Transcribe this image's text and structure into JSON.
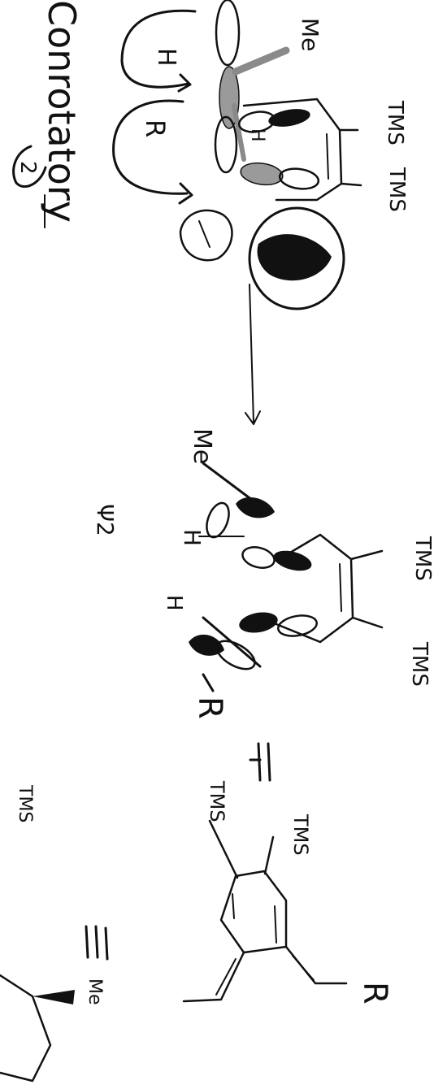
{
  "notes": {
    "title": "Conrotatory",
    "circle_mark": "2",
    "psi": "Ψ2",
    "ligand_me": "Me",
    "ligand_h": "H",
    "ligand_r": "R",
    "tms": "TMS",
    "equals": "="
  },
  "colors": {
    "ink": "#111111",
    "shade": "#8a8a8a",
    "paper": "#ffffff"
  }
}
